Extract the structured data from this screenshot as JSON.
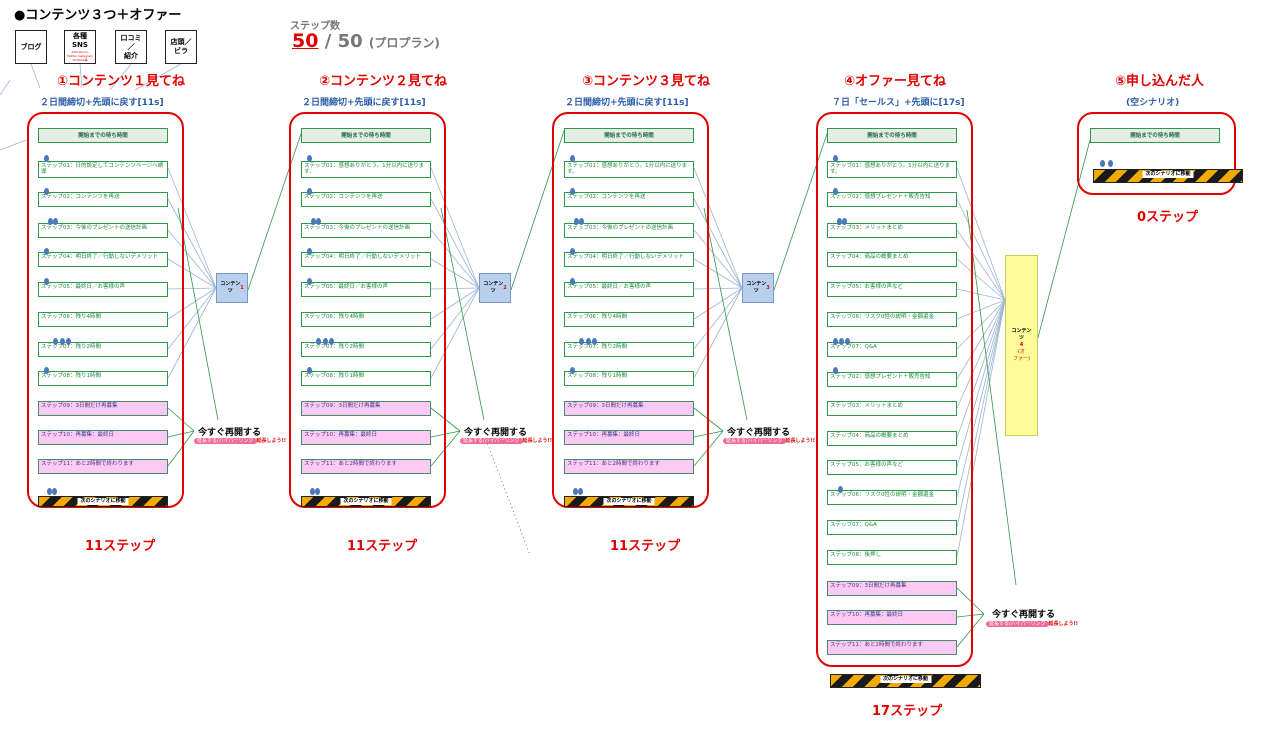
{
  "title": "●コンテンツ３つ＋オファー",
  "sources": [
    {
      "label": "ブログ",
      "small": ""
    },
    {
      "label": "各種\nSNS",
      "small": "※Facebook,\nTwitter,Instagram\nYouTube等"
    },
    {
      "label": "口コミ\n／\n紹介",
      "small": ""
    },
    {
      "label": "店頭／\nビラ",
      "small": ""
    }
  ],
  "steps_info": {
    "label": "ステップ数",
    "used": "50",
    "rest": "/ 50",
    "plan": "(プロプラン)"
  },
  "wait_label": "開始までの待ち時間",
  "move_label": "次のシナリオに移動",
  "restart": {
    "title": "今すぐ再開する",
    "pill": "延長する/ハイパーリンク",
    "note": "延長しよう!!"
  },
  "columns": [
    {
      "title": "①コンテンツ１見てね",
      "subtitle": "２日間締切+先頭に戻す[11s]",
      "total": "11ステップ",
      "content_box": {
        "prefix": "コンテン\nツ",
        "num": "1"
      },
      "steps": [
        "ステップ01：日的設定してコンテンツページへ誘導",
        "ステップ02：コンテンツを再送",
        "ステップ03：今後のプレゼントの送信計画",
        "ステップ04：明日終了／行動しないデメリット",
        "ステップ05：最終日／お客様の声",
        "ステップ06：残り4時間",
        "ステップ07：残り2時間",
        "ステップ08：残り1時間",
        "ステップ09：3日間だけ再募集",
        "ステップ10：再募集：最終日",
        "ステップ11：あと2時間で終わります"
      ]
    },
    {
      "title": "②コンテンツ２見てね",
      "subtitle": "２日間締切+先頭に戻す[11s]",
      "total": "11ステップ",
      "content_box": {
        "prefix": "コンテン\nツ",
        "num": "2"
      },
      "steps": [
        "ステップ01：感想ありがとう。1分以内に送ります。",
        "ステップ02：コンテンツを再送",
        "ステップ03：今後のプレゼントの送信計画",
        "ステップ04：明日終了／行動しないデメリット",
        "ステップ05：最終日／お客様の声",
        "ステップ06：残り4時間",
        "ステップ07：残り2時間",
        "ステップ08：残り1時間",
        "ステップ09：3日間だけ再募集",
        "ステップ10：再募集：最終日",
        "ステップ11：あと2時間で終わります"
      ]
    },
    {
      "title": "③コンテンツ３見てね",
      "subtitle": "２日間締切+先頭に戻す[11s]",
      "total": "11ステップ",
      "content_box": {
        "prefix": "コンテン\nツ",
        "num": "3"
      },
      "steps": [
        "ステップ01：感想ありがとう。1分以内に送ります。",
        "ステップ02：コンテンツを再送",
        "ステップ03：今後のプレゼントの送信計画",
        "ステップ04：明日終了／行動しないデメリット",
        "ステップ05：最終日／お客様の声",
        "ステップ06：残り4時間",
        "ステップ07：残り2時間",
        "ステップ08：残り1時間",
        "ステップ09：3日間だけ再募集",
        "ステップ10：再募集：最終日",
        "ステップ11：あと2時間で終わります"
      ]
    },
    {
      "title": "④オファー見てね",
      "subtitle": "７日「セールス」+先頭に[17s]",
      "total": "17ステップ",
      "offer_box": {
        "prefix": "コンテン\nツ",
        "num": "4",
        "note": "(オ\nファー)"
      },
      "steps": [
        "ステップ01：感想ありがとう。1分以内に送ります。",
        "ステップ02：感想プレゼント＋販売告知",
        "ステップ03：メリットまとめ",
        "ステップ04：商品の概要まとめ",
        "ステップ05：お客様の声など",
        "ステップ06：リスク0性の説明・金額還金",
        "ステップ07：Q&A",
        "ステップ02：感想プレゼント＋販売告知",
        "ステップ03：メリットまとめ",
        "ステップ04：商品の概要まとめ",
        "ステップ05：お客様の声など",
        "ステップ06：リスク0性の説明・金額還金",
        "ステップ07：Q&A",
        "ステップ08：後押し",
        "ステップ09：3日間だけ再募集",
        "ステップ10：再募集：最終日",
        "ステップ11：あと2時間で終わります"
      ]
    },
    {
      "title": "⑤申し込んだ人",
      "subtitle": "(空シナリオ)",
      "total": "0ステップ",
      "steps": []
    }
  ]
}
